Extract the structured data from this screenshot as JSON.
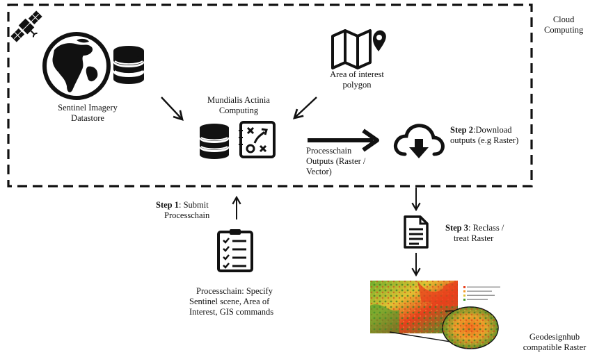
{
  "cloud": {
    "label_line1": "Cloud",
    "label_line2": "Computing"
  },
  "datastore": {
    "line1": "Sentinel Imagery",
    "line2": "Datastore"
  },
  "area": {
    "line1": "Area of interest",
    "line2": "polygon"
  },
  "actinia": {
    "line1": "Mundialis Actinia",
    "line2": "Computing"
  },
  "outputs": {
    "line1": "Processchain",
    "line2": "Outputs (Raster /",
    "line3": "Vector)"
  },
  "step2": {
    "bold": "Step 2",
    "text1": ":Download",
    "line2": "outputs (e.g Raster)"
  },
  "step1": {
    "bold": "Step 1",
    "text1": ": Submit",
    "line2": "Processchain"
  },
  "step3": {
    "bold": "Step 3",
    "text1": ": Reclass /",
    "line2": "treat Raster"
  },
  "processchain": {
    "line1": "Processchain: Specify",
    "line2": "Sentinel scene, Area of",
    "line3": "Interest,  GIS commands"
  },
  "result": {
    "line1": "Geodesignhub",
    "line2": "compatible Raster"
  },
  "icons": {
    "satellite": "satellite-icon",
    "globe": "globe-icon",
    "database": "database-icon",
    "map": "map-pin-icon",
    "strategy": "strategy-board-icon",
    "cloud_download": "cloud-download-icon",
    "document": "document-icon",
    "checklist": "checklist-icon"
  },
  "colors": {
    "ink": "#111111",
    "raster_red": "#e8401c",
    "raster_orange": "#f39a2a",
    "raster_green": "#3f9a2b"
  }
}
